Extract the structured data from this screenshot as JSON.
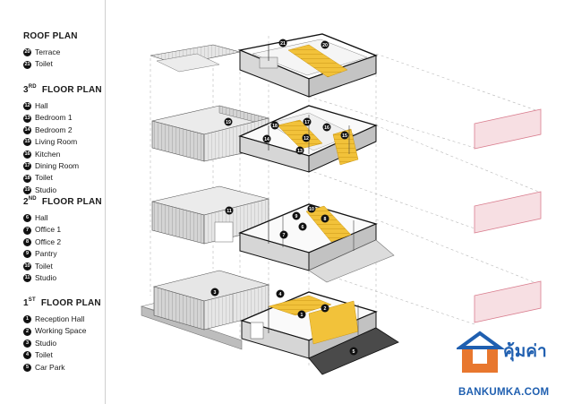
{
  "sections": [
    {
      "title": "ROOF PLAN",
      "sup": "",
      "title_rest": "",
      "items": [
        {
          "n": "20",
          "label": "Terrace"
        },
        {
          "n": "21",
          "label": "Toilet"
        }
      ]
    },
    {
      "title": "3",
      "sup": "RD",
      "title_rest": "FLOOR PLAN",
      "items": [
        {
          "n": "12",
          "label": "Hall"
        },
        {
          "n": "13",
          "label": "Bedroom 1"
        },
        {
          "n": "14",
          "label": "Bedroom 2"
        },
        {
          "n": "15",
          "label": "Living Room"
        },
        {
          "n": "16",
          "label": "Kitchen"
        },
        {
          "n": "17",
          "label": "Dining Room"
        },
        {
          "n": "18",
          "label": "Toilet"
        },
        {
          "n": "19",
          "label": "Studio"
        }
      ]
    },
    {
      "title": "2",
      "sup": "ND",
      "title_rest": "FLOOR PLAN",
      "items": [
        {
          "n": "6",
          "label": "Hall"
        },
        {
          "n": "7",
          "label": "Office 1"
        },
        {
          "n": "8",
          "label": "Office 2"
        },
        {
          "n": "9",
          "label": "Pantry"
        },
        {
          "n": "10",
          "label": "Toilet"
        },
        {
          "n": "11",
          "label": "Studio"
        }
      ]
    },
    {
      "title": "1",
      "sup": "ST",
      "title_rest": "FLOOR PLAN",
      "items": [
        {
          "n": "1",
          "label": "Reception Hall"
        },
        {
          "n": "2",
          "label": "Working Space"
        },
        {
          "n": "3",
          "label": "Studio"
        },
        {
          "n": "4",
          "label": "Toilet"
        },
        {
          "n": "5",
          "label": "Car Park"
        }
      ]
    }
  ],
  "markers": [
    "21",
    "20",
    "19",
    "18",
    "17",
    "16",
    "15",
    "14",
    "12",
    "13",
    "11",
    "10",
    "9",
    "8",
    "7",
    "6",
    "3",
    "4",
    "1",
    "2",
    "5"
  ],
  "logo": {
    "thai": "คุ้มค่า",
    "url": "BANKUMKA.COM",
    "accent": "#e8772e",
    "brand": "#1f5fb0"
  }
}
